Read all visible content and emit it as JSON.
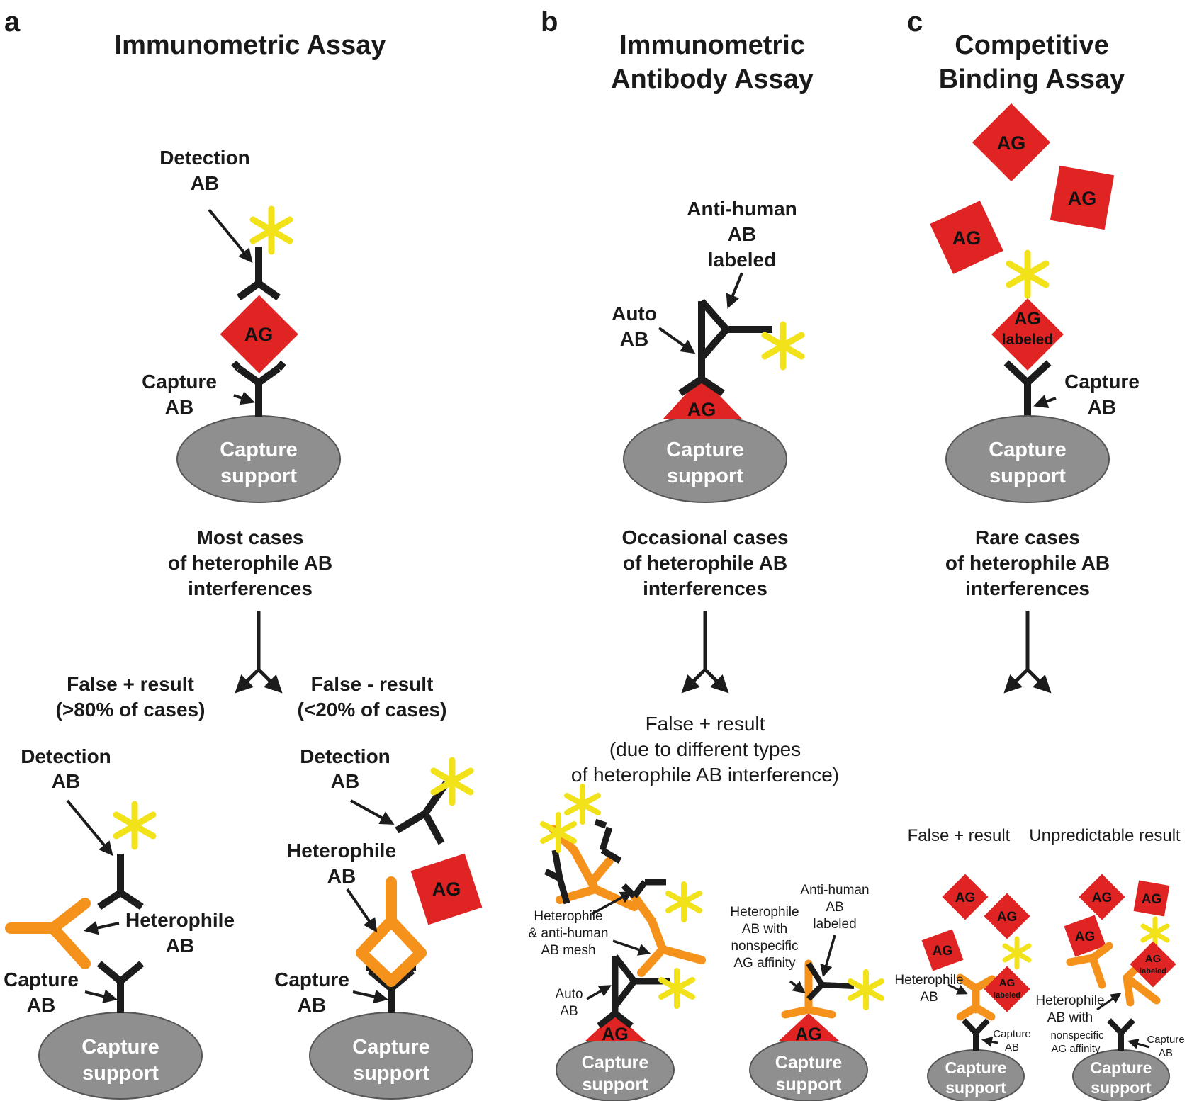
{
  "panel_a": {
    "letter": "a",
    "title": "Immunometric Assay",
    "detection_ab": [
      "Detection",
      "AB"
    ],
    "ag": "AG",
    "capture_ab": [
      "Capture",
      "AB"
    ],
    "support": [
      "Capture",
      "support"
    ],
    "cases": [
      "Most cases",
      "of heterophile AB",
      "interferences"
    ],
    "false_pos": [
      "False + result",
      "(>80% of cases)"
    ],
    "false_neg": [
      "False - result",
      "(<20% of cases)"
    ],
    "left": {
      "detection_ab": [
        "Detection",
        "AB"
      ],
      "heterophile_ab": [
        "Heterophile",
        "AB"
      ],
      "capture_ab": [
        "Capture",
        "AB"
      ],
      "support": [
        "Capture",
        "support"
      ]
    },
    "right": {
      "detection_ab": [
        "Detection",
        "AB"
      ],
      "heterophile_ab": [
        "Heterophile",
        "AB"
      ],
      "ag": "AG",
      "capture_ab": [
        "Capture",
        "AB"
      ],
      "support": [
        "Capture",
        "support"
      ]
    }
  },
  "panel_b": {
    "letter": "b",
    "title": [
      "Immunometric",
      "Antibody Assay"
    ],
    "anti_human": [
      "Anti-human",
      "AB",
      "labeled"
    ],
    "auto_ab": [
      "Auto",
      "AB"
    ],
    "ag": "AG",
    "support": [
      "Capture",
      "support"
    ],
    "cases": [
      "Occasional cases",
      "of heterophile AB",
      "interferences"
    ],
    "result": [
      "False + result",
      "(due to different types",
      "of heterophile AB interference)"
    ],
    "left": {
      "mesh": [
        "Heterophile",
        "& anti-human",
        "AB mesh"
      ],
      "auto_ab": [
        "Auto",
        "AB"
      ],
      "ag": "AG",
      "support": [
        "Capture",
        "support"
      ]
    },
    "right": {
      "heterophile": [
        "Heterophile",
        "AB with",
        "nonspecific",
        "AG affinity"
      ],
      "anti_human": [
        "Anti-human",
        "AB",
        "labeled"
      ],
      "ag": "AG",
      "support": [
        "Capture",
        "support"
      ]
    }
  },
  "panel_c": {
    "letter": "c",
    "title": [
      "Competitive",
      "Binding Assay"
    ],
    "ag": "AG",
    "ag_labeled": [
      "AG",
      "labeled"
    ],
    "capture_ab": [
      "Capture",
      "AB"
    ],
    "support": [
      "Capture",
      "support"
    ],
    "cases": [
      "Rare cases",
      "of heterophile AB",
      "interferences"
    ],
    "false_pos": "False + result",
    "unpredictable": "Unpredictable result",
    "left": {
      "ag": "AG",
      "ag_labeled": [
        "AG",
        "labeled"
      ],
      "heterophile_ab": [
        "Heterophile",
        "AB"
      ],
      "capture_ab": [
        "Capture",
        "AB"
      ],
      "support": [
        "Capture",
        "support"
      ]
    },
    "right": {
      "ag": "AG",
      "ag_labeled": [
        "AG",
        "labeled"
      ],
      "heterophile_ab": [
        "Heterophile",
        "AB with",
        "nonspecific",
        "AG affinity"
      ],
      "capture_ab": [
        "Capture",
        "AB"
      ],
      "support": [
        "Capture",
        "support"
      ]
    }
  },
  "colors": {
    "antigen_red": "#e02424",
    "label_yellow": "#f2e21a",
    "heterophile_orange": "#f4921c",
    "antibody_black": "#1c1c1c",
    "support_gray": "#8f8f8f"
  }
}
